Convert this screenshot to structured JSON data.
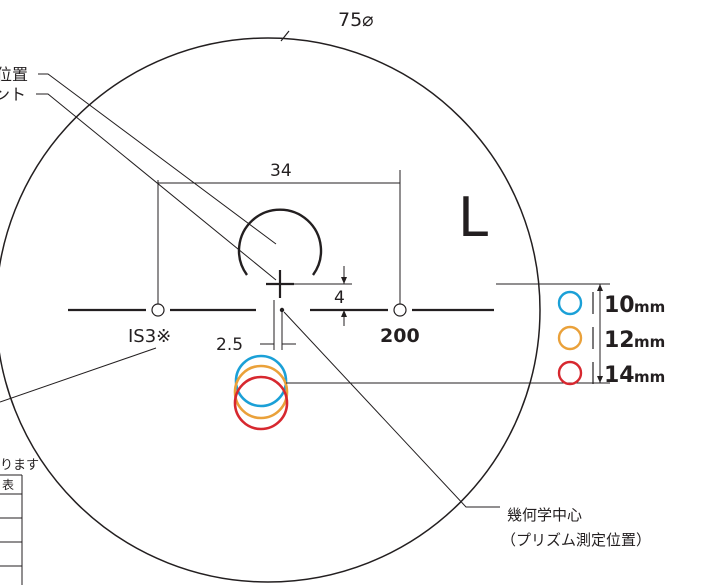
{
  "diameter_label": "75⌀",
  "dimensions": {
    "width_34": "34",
    "height_4": "4",
    "offset_2_5": "2.5"
  },
  "labels": {
    "is3": "IS3※",
    "num_200": "200",
    "side_L": "L",
    "partial_top_1": "位置",
    "partial_top_2": "ント",
    "partial_note": "ります",
    "partial_table": "表"
  },
  "geometric_center": {
    "line1": "幾何学中心",
    "line2": "（プリズム測定位置）"
  },
  "legend": [
    {
      "size": "10",
      "unit": "mm",
      "color": "#1ba0d7"
    },
    {
      "size": "12",
      "unit": "mm",
      "color": "#eaa13a"
    },
    {
      "size": "14",
      "unit": "mm",
      "color": "#d7282f"
    }
  ],
  "colors": {
    "line": "#231f20",
    "blue": "#1ba0d7",
    "orange": "#eaa13a",
    "red": "#d7282f"
  }
}
